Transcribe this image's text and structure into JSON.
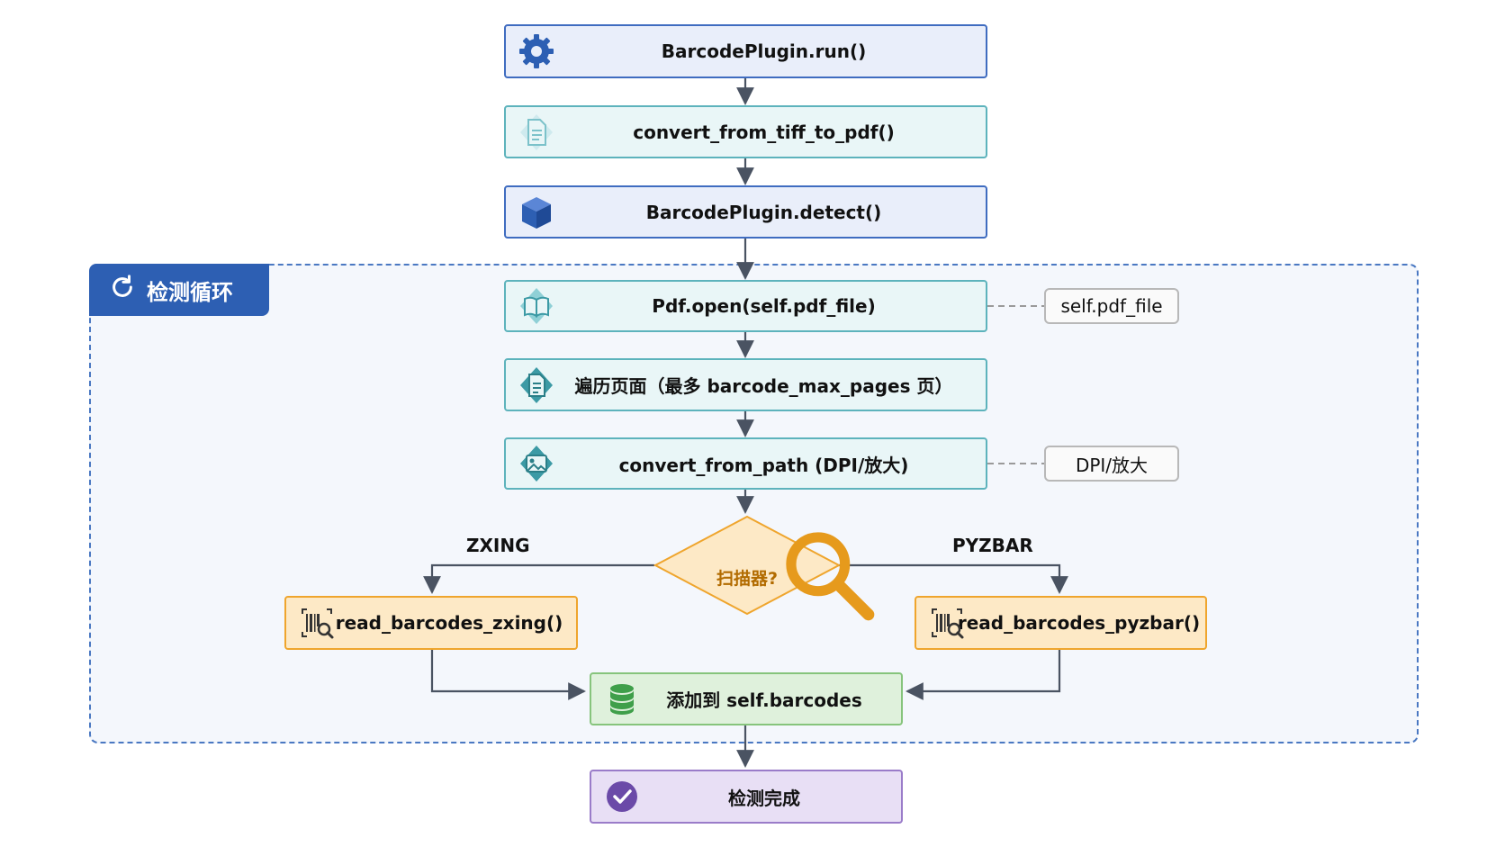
{
  "loop": {
    "title": "检测循环",
    "icon": "refresh-icon"
  },
  "nodes": {
    "run": {
      "label": "BarcodePlugin.run()",
      "icon": "gear-icon"
    },
    "convert_tiff": {
      "label": "convert_from_tiff_to_pdf()",
      "icon": "document-icon"
    },
    "detect": {
      "label": "BarcodePlugin.detect()",
      "icon": "cube-icon"
    },
    "pdf_open": {
      "label": "Pdf.open(self.pdf_file)",
      "icon": "book-icon"
    },
    "iterate": {
      "label": "遍历页面（最多 barcode_max_pages 页）",
      "icon": "page-icon"
    },
    "convert_path": {
      "label": "convert_from_path (DPI/放大)",
      "icon": "image-icon"
    },
    "decision": {
      "label": "扫描器?",
      "icon": "magnifier-icon"
    },
    "zxing": {
      "label": "read_barcodes_zxing()",
      "icon": "barcode-scan-icon"
    },
    "pyzbar": {
      "label": "read_barcodes_pyzbar()",
      "icon": "barcode-scan-icon"
    },
    "add": {
      "label": "添加到 self.barcodes",
      "icon": "database-icon"
    },
    "done": {
      "label": "检测完成",
      "icon": "check-circle-icon"
    }
  },
  "annotations": {
    "pdf_file": "self.pdf_file",
    "dpi": "DPI/放大"
  },
  "branches": {
    "left": "ZXING",
    "right": "PYZBAR"
  },
  "colors": {
    "blue": "#3f6cc0",
    "teal": "#5db3bc",
    "orange": "#efa52d",
    "green": "#86c47c",
    "purple": "#9a7cc9",
    "loop": "#2d5fb3"
  }
}
